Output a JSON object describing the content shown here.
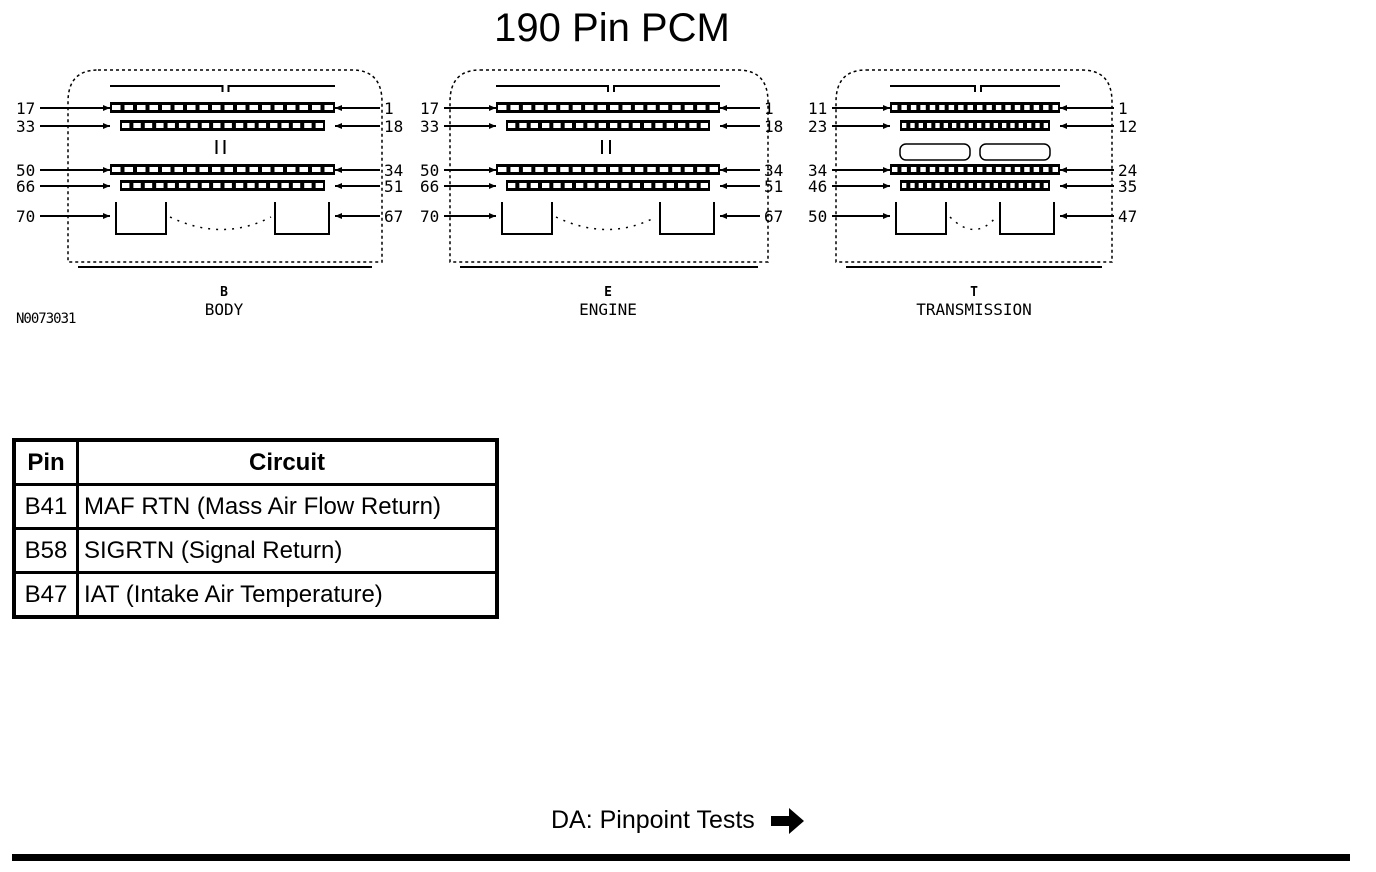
{
  "title": "190 Pin PCM",
  "figure_id": "N0073031",
  "connectors": [
    {
      "letter": "B",
      "name": "BODY",
      "left_pins": [
        "17",
        "33",
        "50",
        "66",
        "70"
      ],
      "right_pins": [
        "1",
        "18",
        "34",
        "51",
        "67"
      ]
    },
    {
      "letter": "E",
      "name": "ENGINE",
      "left_pins": [
        "17",
        "33",
        "50",
        "66",
        "70"
      ],
      "right_pins": [
        "1",
        "18",
        "34",
        "51",
        "67"
      ]
    },
    {
      "letter": "T",
      "name": "TRANSMISSION",
      "left_pins": [
        "11",
        "23",
        "34",
        "46",
        "50"
      ],
      "right_pins": [
        "1",
        "12",
        "24",
        "35",
        "47"
      ]
    }
  ],
  "pin_table": {
    "headers": {
      "pin": "Pin",
      "circuit": "Circuit"
    },
    "rows": [
      {
        "pin": "B41",
        "circuit": "MAF RTN (Mass Air Flow Return)"
      },
      {
        "pin": "B58",
        "circuit": "SIGRTN (Signal Return)"
      },
      {
        "pin": "B47",
        "circuit": "IAT (Intake Air Temperature)"
      }
    ]
  },
  "footer": {
    "link_label": "DA: Pinpoint Tests",
    "link_icon": "right-arrow-icon"
  }
}
